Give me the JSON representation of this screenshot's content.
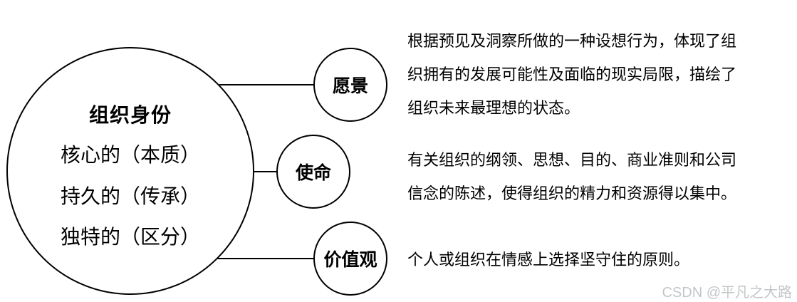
{
  "diagram": {
    "main_circle": {
      "title": "组织身份",
      "lines": [
        "核心的（本质）",
        "持久的（传承）",
        "独特的（区分）"
      ]
    },
    "nodes": [
      {
        "id": "vision",
        "label": "愿景"
      },
      {
        "id": "mission",
        "label": "使命"
      },
      {
        "id": "values",
        "label": "价值观"
      }
    ]
  },
  "descriptions": [
    {
      "for": "vision",
      "lines": [
        "根据预见及洞察所做的一种设想行为，体现了组",
        "织拥有的发展可能性及面临的现实局限，描绘了",
        "组织未来最理想的状态。"
      ]
    },
    {
      "for": "mission",
      "lines": [
        "有关组织的纲领、思想、目的、商业准则和公司",
        "信念的陈述，使得组织的精力和资源得以集中。"
      ]
    },
    {
      "for": "values",
      "lines": [
        "个人或组织在情感上选择坚守住的原则。"
      ]
    }
  ],
  "watermark": {
    "text": "CSDN @平凡之大路"
  },
  "colors": {
    "stroke": "#000000",
    "text": "#000000",
    "background": "#ffffff",
    "watermark": "#c2c6c9"
  }
}
